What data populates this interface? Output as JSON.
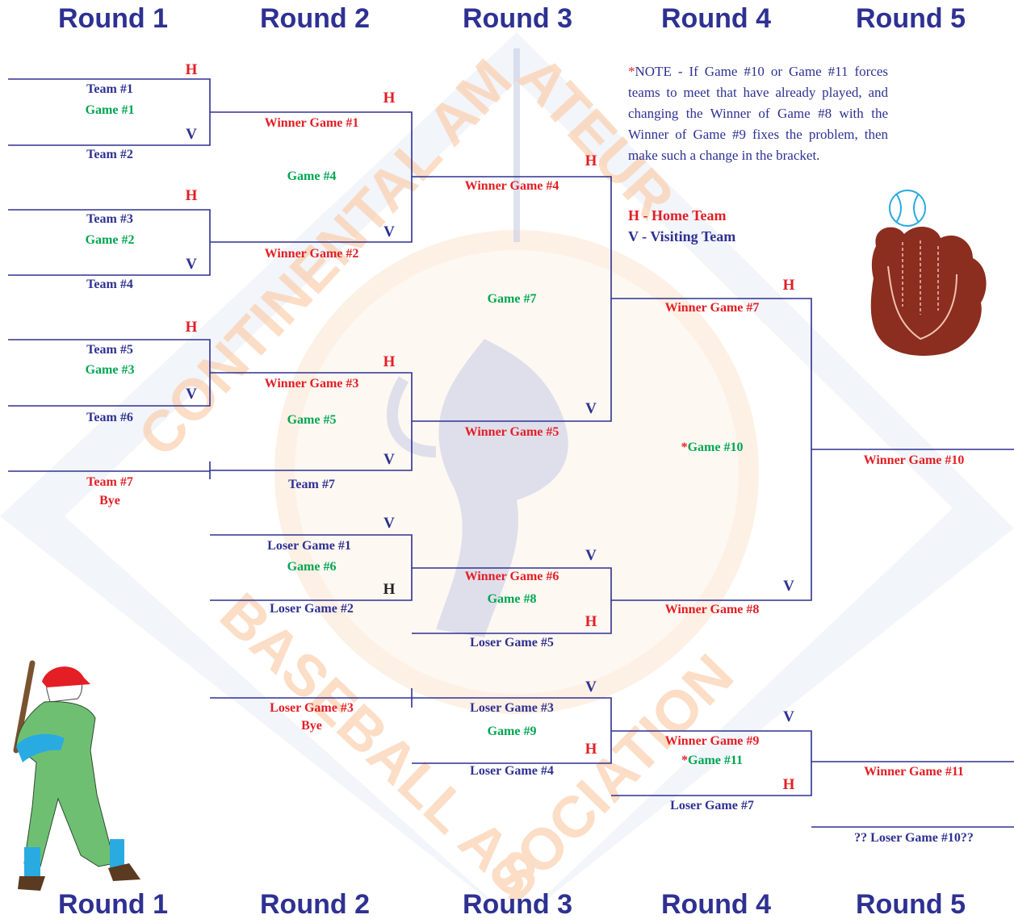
{
  "colors": {
    "red": "#e31e24",
    "blue": "#2e3192",
    "green": "#00a651",
    "black": "#231f20",
    "watermark": "#fbe3cf"
  },
  "rounds_top": [
    "Round 1",
    "Round 2",
    "Round 3",
    "Round 4",
    "Round 5"
  ],
  "rounds_bottom": [
    "Round 1",
    "Round 2",
    "Round 3",
    "Round 4",
    "Round 5"
  ],
  "watermark": {
    "words": [
      "CONTINENTAL",
      "AMATEUR",
      "BASEBALL",
      "ASSOCIATION"
    ]
  },
  "note": {
    "asterisk": "*",
    "text": "NOTE - If Game #10 or Game #11 forces teams to meet that have already played, and changing the Winner of Game #8 with the Winner of Game #9 fixes the problem, then make such a change in the bracket."
  },
  "legend": {
    "home": "H - Home Team",
    "visiting": "V - Visiting Team"
  },
  "bracket": {
    "round1": {
      "team1": "Team #1",
      "game1": "Game #1",
      "team2": "Team #2",
      "team3": "Team #3",
      "game2": "Game #2",
      "team4": "Team #4",
      "team5": "Team #5",
      "game3": "Game #3",
      "team6": "Team #6",
      "team7": "Team #7",
      "bye": "Bye"
    },
    "round2": {
      "winner_game1": "Winner Game #1",
      "game4": "Game #4",
      "winner_game2": "Winner Game #2",
      "winner_game3": "Winner Game #3",
      "game5": "Game #5",
      "team7": "Team #7",
      "loser_game1": "Loser Game #1",
      "game6": "Game #6",
      "loser_game2": "Loser Game #2",
      "loser_game3": "Loser Game #3",
      "bye": "Bye"
    },
    "round3": {
      "winner_game4": "Winner Game #4",
      "game7": "Game #7",
      "winner_game5": "Winner Game #5",
      "winner_game6": "Winner Game #6",
      "game8": "Game #8",
      "loser_game5": "Loser Game #5",
      "loser_game3": "Loser Game #3",
      "game9": "Game #9",
      "loser_game4": "Loser Game #4"
    },
    "round4": {
      "winner_game7": "Winner Game #7",
      "game10_star": "*",
      "game10": "Game #10",
      "winner_game8": "Winner Game #8",
      "winner_game9": "Winner Game #9",
      "game11_star": "*",
      "game11": "Game #11",
      "loser_game7": "Loser Game #7"
    },
    "round5": {
      "winner_game10": "Winner Game #10",
      "winner_game11": "Winner Game #11",
      "loser_game10": "?? Loser Game #10??"
    },
    "marks": {
      "home": "H",
      "visit": "V"
    }
  }
}
